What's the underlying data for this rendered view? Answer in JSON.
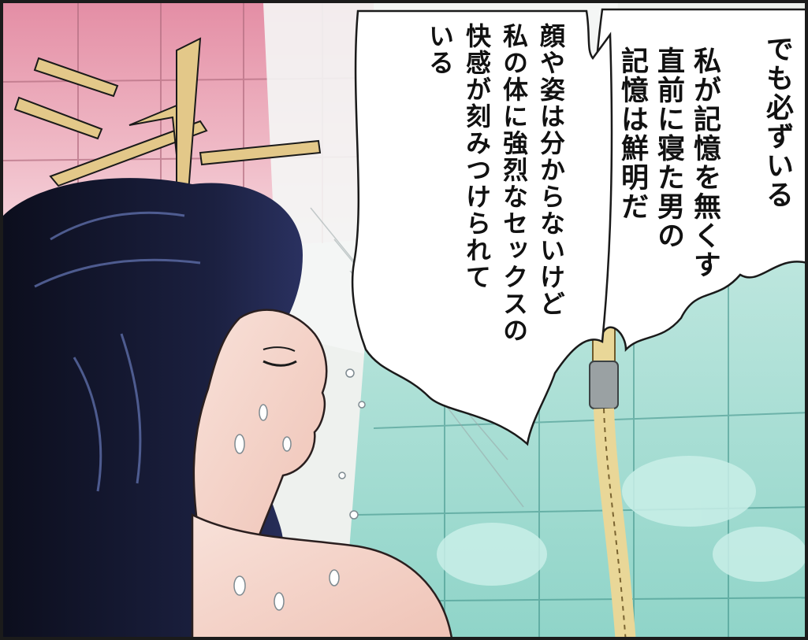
{
  "colors": {
    "tile_pink": "#e9a6b6",
    "tile_green": "#a9dfd6",
    "hair": "#14172e",
    "skin": "#f6d8cf",
    "bubble": "#ffffff",
    "ink": "#111111",
    "hose": "#e9d798",
    "sfx": "#e3c889"
  },
  "speech_bubble_1": {
    "lines": [
      "でも必ずいる",
      "私が記憶を無くす",
      "直前に寝た男の",
      "記憶は鮮明だ"
    ]
  },
  "speech_bubble_2": {
    "lines": [
      "顔や姿は分からないけど",
      "私の体に強烈なセックスの",
      "快感が刻みつけられて",
      "いる"
    ]
  },
  "sound_effect": {
    "text": "シャー",
    "style": "katakana-brush-lettering"
  }
}
